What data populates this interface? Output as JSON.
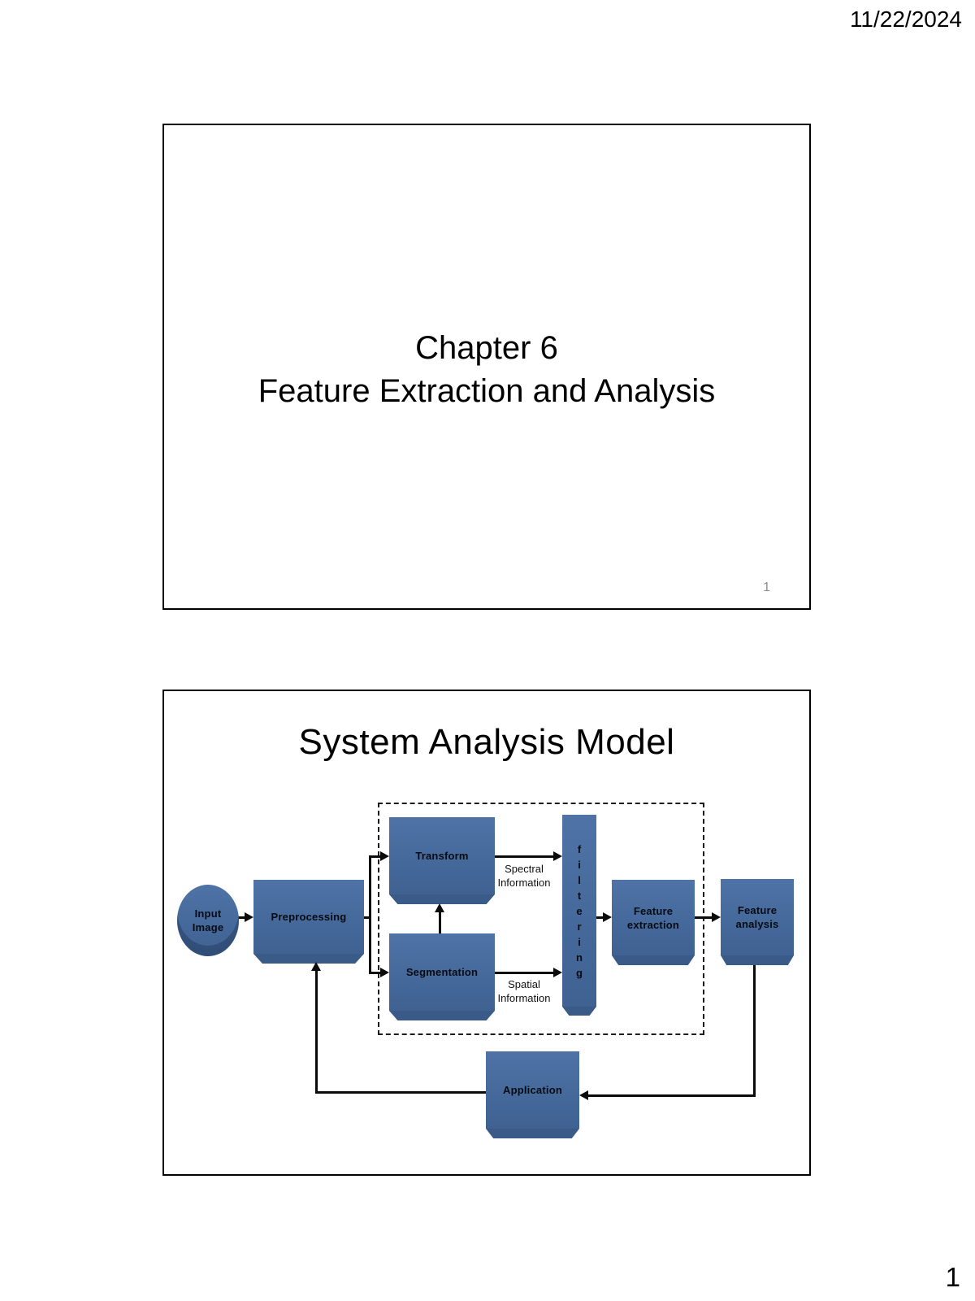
{
  "page": {
    "date": "11/22/2024",
    "page_number": "1"
  },
  "slide1": {
    "title_line1": "Chapter 6",
    "title_line2": "Feature Extraction and Analysis",
    "slide_number": "1"
  },
  "slide2": {
    "title": "System Analysis Model",
    "nodes": {
      "input_image_line1": "Input",
      "input_image_line2": "Image",
      "preprocessing": "Preprocessing",
      "transform": "Transform",
      "segmentation": "Segmentation",
      "filtering_letters": [
        "f",
        "i",
        "l",
        "t",
        "e",
        "r",
        "i",
        "n",
        "g"
      ],
      "feature_extraction_line1": "Feature",
      "feature_extraction_line2": "extraction",
      "feature_analysis_line1": "Feature",
      "feature_analysis_line2": "analysis",
      "application": "Application"
    },
    "labels": {
      "spectral_line1": "Spectral",
      "spectral_line2": "Information",
      "spatial_line1": "Spatial",
      "spatial_line2": "Information"
    }
  },
  "colors": {
    "box_blue": "#45689A",
    "box_blue_light": "#4F73A6",
    "box_blue_dark": "#3A5A88",
    "line_color": "#0b0b0b",
    "slide_num_gray": "#8c8c8c"
  }
}
